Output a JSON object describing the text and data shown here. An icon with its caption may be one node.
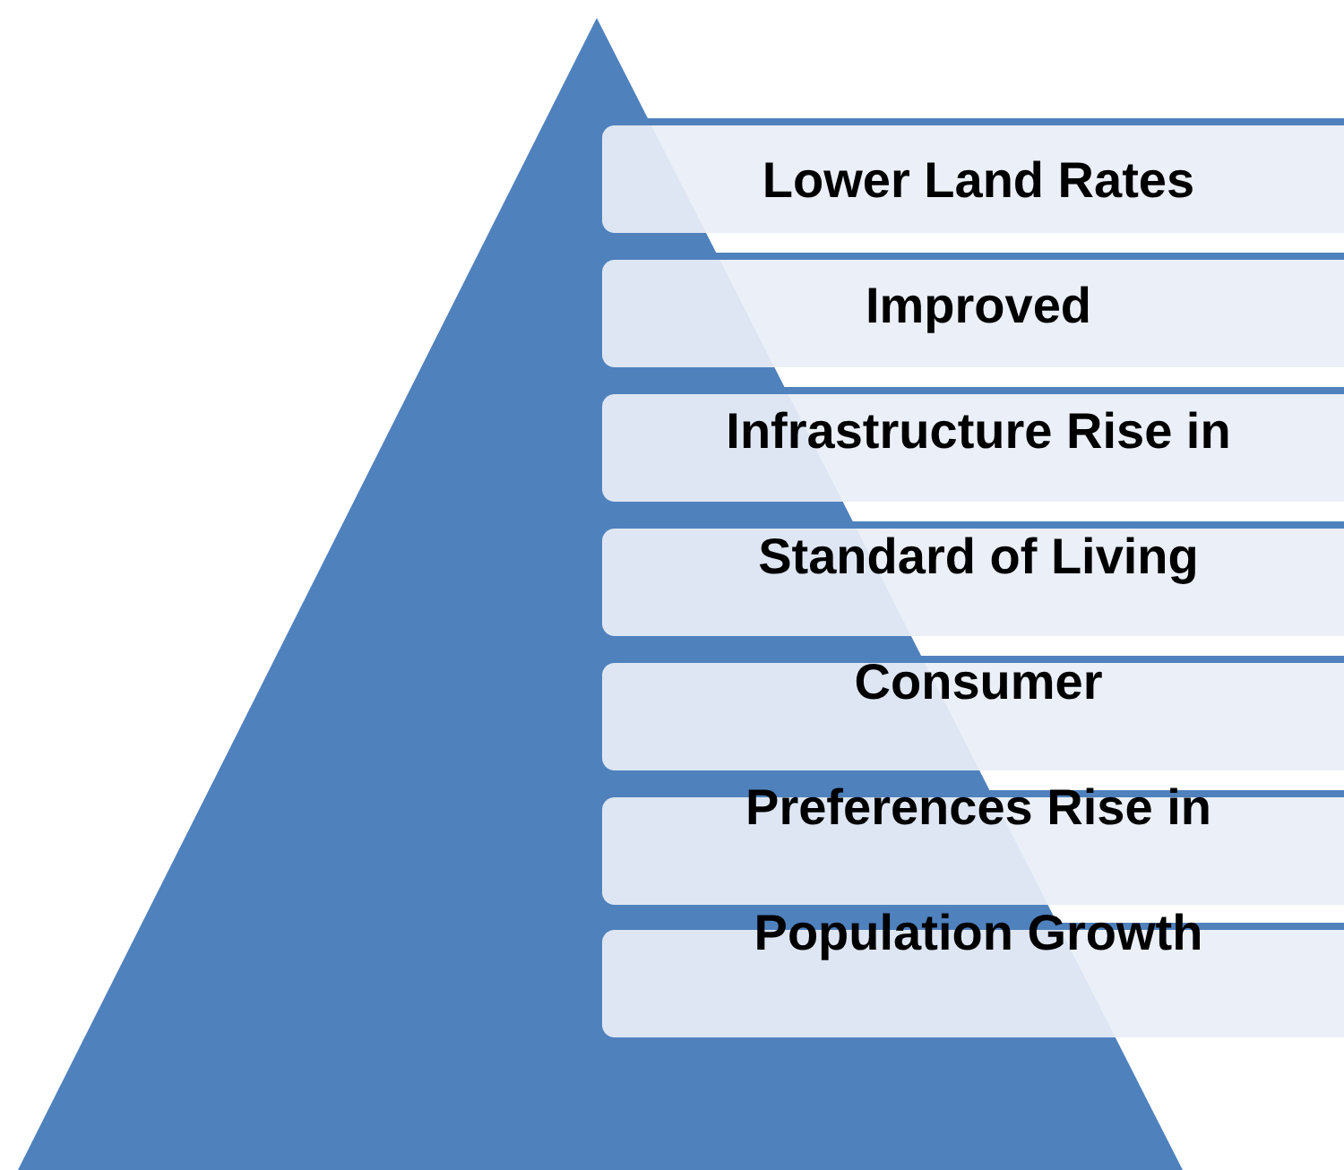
{
  "diagram": {
    "nodes": [
      {
        "text": [
          "Lower Land Rates"
        ]
      },
      {
        "text": [
          "Improved"
        ]
      },
      {
        "text": [
          "Infrastructure Rise in"
        ]
      },
      {
        "text": [
          "Standard of Living"
        ]
      },
      {
        "text": [
          "Consumer"
        ]
      },
      {
        "text": [
          "Preferences Rise in"
        ]
      },
      {
        "text": [
          "Population Growth"
        ]
      }
    ]
  }
}
